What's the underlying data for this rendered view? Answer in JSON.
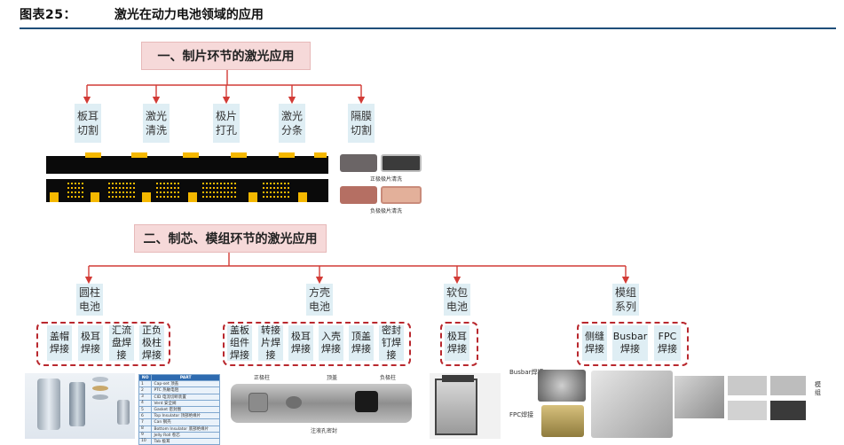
{
  "header": {
    "figure_label": "图表25：",
    "title": "激光在动力电池领域的应用"
  },
  "section1": {
    "title": "一、制片环节的激光应用",
    "nodes": [
      "板耳\n切割",
      "激光\n清洗",
      "极片\n打孔",
      "激光\n分条",
      "隔膜\n切割"
    ],
    "photo_captions": [
      "正极极片清洗",
      "负极极片清洗"
    ]
  },
  "section2": {
    "title": "二、制芯、模组环节的激光应用",
    "categories": [
      {
        "label": "圆柱\n电池",
        "leaves": [
          "盖帽\n焊接",
          "极耳\n焊接",
          "汇流\n盘焊\n接",
          "正负\n极柱\n焊接"
        ]
      },
      {
        "label": "方壳\n电池",
        "leaves": [
          "盖板\n组件\n焊接",
          "转接\n片焊\n接",
          "极耳\n焊接",
          "入壳\n焊接",
          "顶盖\n焊接",
          "密封\n钉焊\n接"
        ]
      },
      {
        "label": "软包\n电池",
        "leaves": [
          "极耳\n焊接"
        ]
      },
      {
        "label": "模组\n系列",
        "leaves": [
          "侧缝\n焊接",
          "Busbar\n焊接",
          "FPC\n焊接"
        ]
      }
    ]
  },
  "photos": {
    "parts_table": {
      "headers": [
        "NO",
        "PART"
      ],
      "rows": [
        [
          "1",
          "Cap-set 顶盖"
        ],
        [
          "2",
          "PTC 热敏电阻"
        ],
        [
          "3",
          "CID 电流切断装置"
        ],
        [
          "4",
          "Vent 安全阀"
        ],
        [
          "5",
          "Gasket 密封圈"
        ],
        [
          "6",
          "Top Insulator 顶部绝缘片"
        ],
        [
          "7",
          "Can 钢壳"
        ],
        [
          "8",
          "Bottom Insulator 底部绝缘片"
        ],
        [
          "9",
          "Jelly Roll 卷芯"
        ],
        [
          "10",
          "Tab 极耳"
        ]
      ]
    },
    "prismatic_labels": [
      "正极柱",
      "顶盖",
      "负极柱",
      "注液孔密封"
    ],
    "module_labels": [
      "Busbar焊接",
      "FPC焊接"
    ],
    "module_side_text": "模组"
  },
  "colors": {
    "accent_red": "#d23b36",
    "rule_blue": "#1f4e79",
    "node_bg": "#dfeef4",
    "title_bg": "#f6d9d9",
    "laser_yellow": "#f5b800"
  }
}
